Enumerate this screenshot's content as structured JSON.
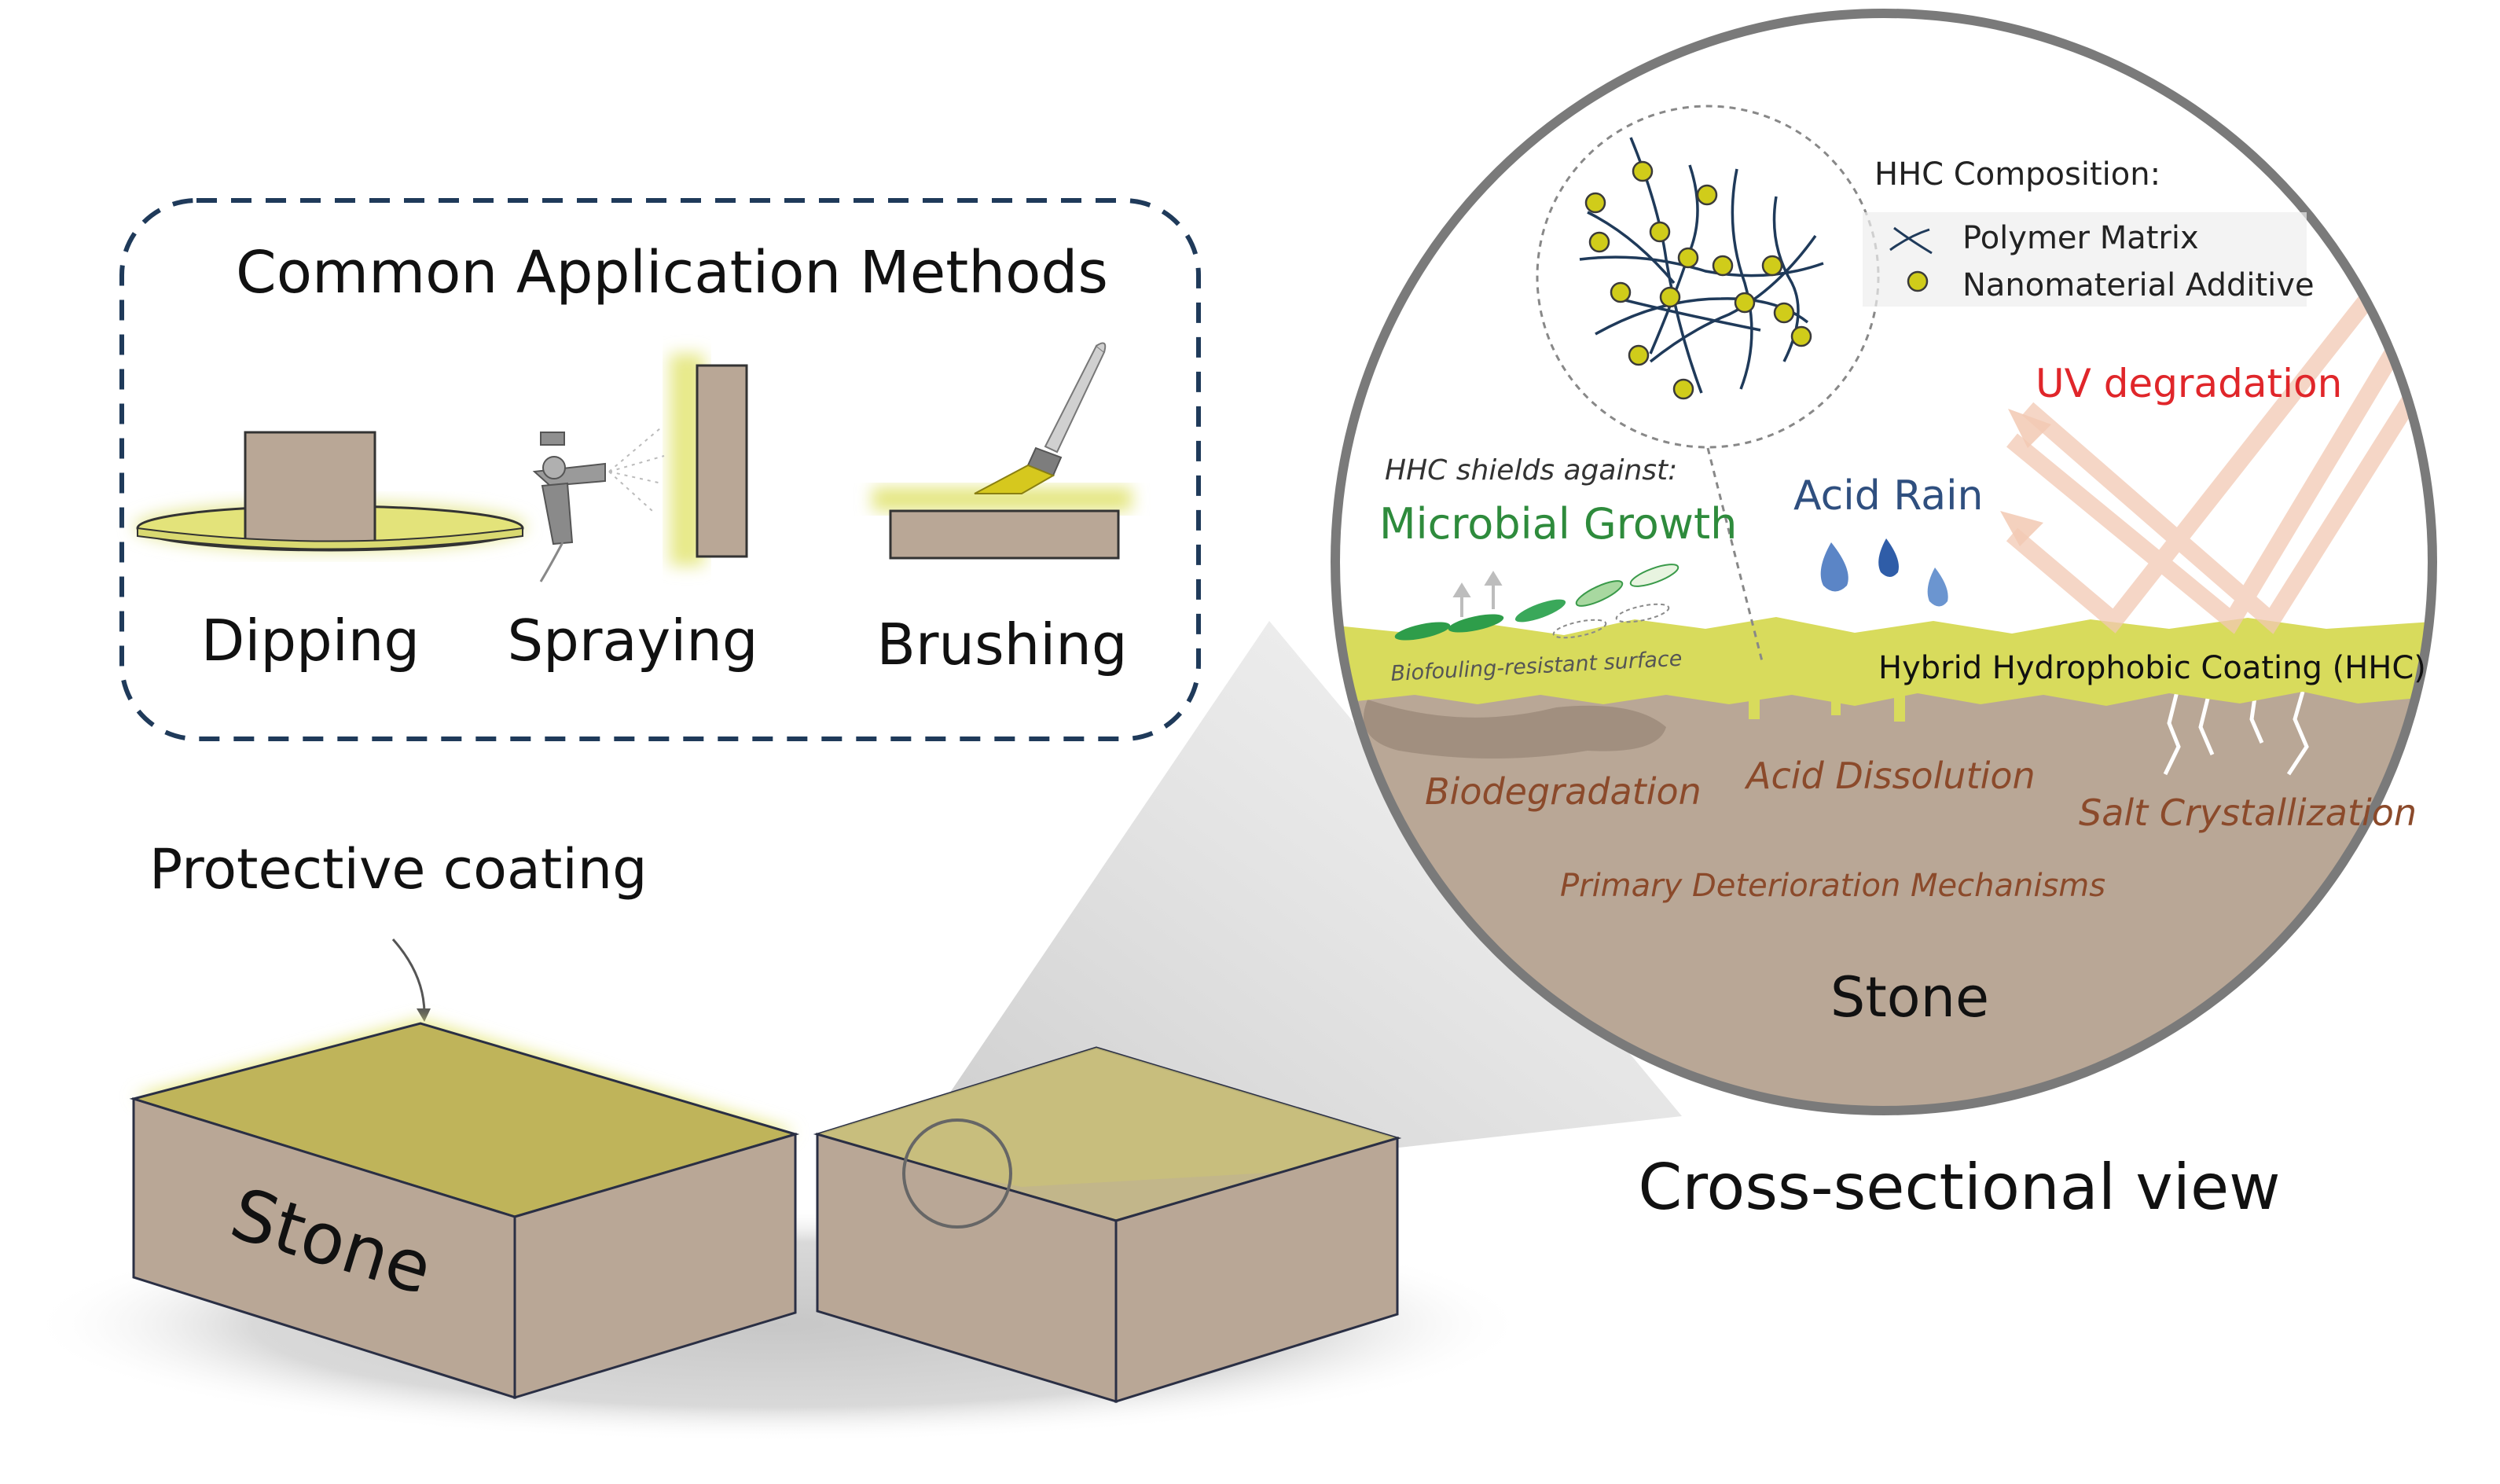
{
  "methods": {
    "title": "Common Application Methods",
    "dipping": "Dipping",
    "spraying": "Spraying",
    "brushing": "Brushing"
  },
  "blocks": {
    "protective_coating": "Protective coating",
    "stone_label": "Stone"
  },
  "cross_section": {
    "caption": "Cross-sectional view",
    "composition_title": "HHC Composition:",
    "legend_polymer": "Polymer Matrix",
    "legend_nano": "Nanomaterial Additive",
    "uv": "UV degradation",
    "shields_label": "HHC shields against:",
    "microbial": "Microbial Growth",
    "acid_rain": "Acid Rain",
    "biofouling": "Biofouling-resistant surface",
    "coating_label": "Hybrid Hydrophobic Coating (HHC)",
    "biodegradation": "Biodegradation",
    "acid_dissolution": "Acid Dissolution",
    "salt": "Salt Crystallization",
    "primary": "Primary Deterioration Mechanisms",
    "stone": "Stone"
  },
  "colors": {
    "stone": "#b9a796",
    "coating": "#d8db5c",
    "frame": "#1f3a5a",
    "uv": "#e0262a",
    "microbial": "#2e8b3c",
    "acid": "#2f4f7f",
    "mechanism": "#8b4a2b"
  }
}
